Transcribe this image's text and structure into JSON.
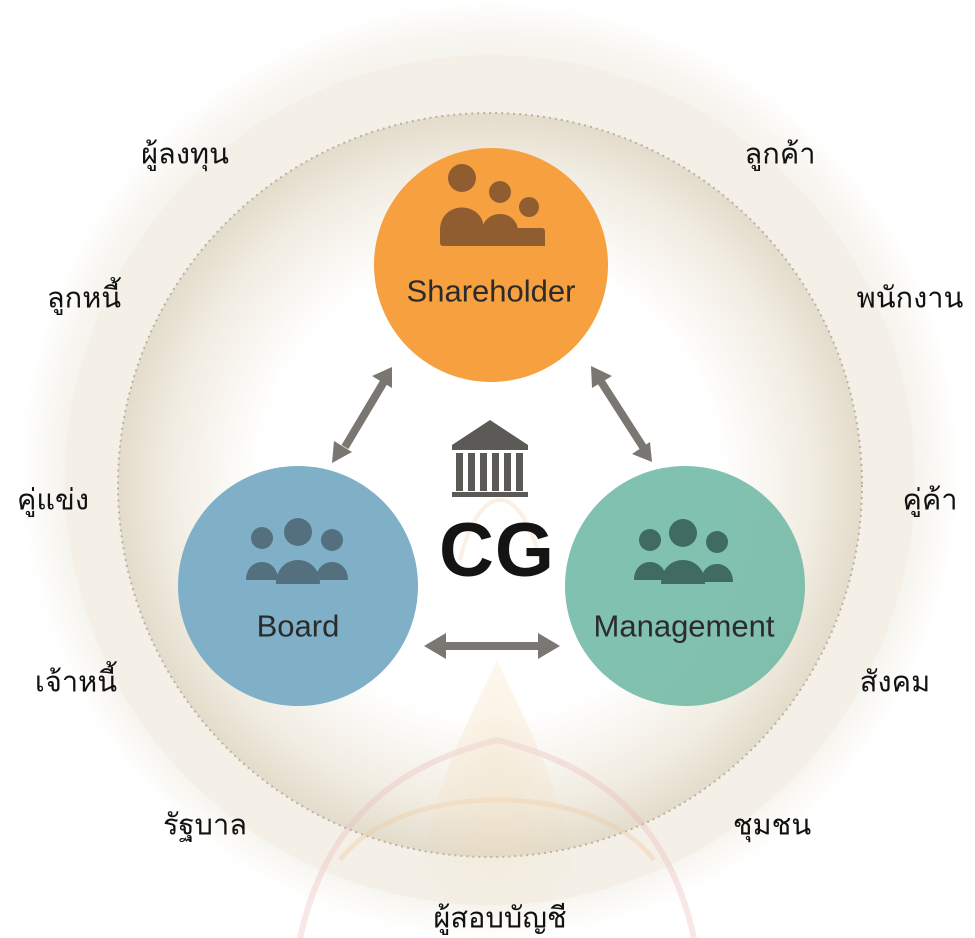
{
  "center": {
    "label": "CG",
    "icon": "institution-building-icon"
  },
  "nodes": [
    {
      "key": "shareholder",
      "label": "Shareholder",
      "color": "#F7A040",
      "icon": "people-group-icon"
    },
    {
      "key": "board",
      "label": "Board",
      "color": "#7FB0C8",
      "icon": "people-group-icon"
    },
    {
      "key": "management",
      "label": "Management",
      "color": "#6FB8A4",
      "icon": "people-group-icon"
    }
  ],
  "relations": [
    {
      "from": "board",
      "to": "shareholder",
      "type": "bidirectional"
    },
    {
      "from": "shareholder",
      "to": "management",
      "type": "bidirectional"
    },
    {
      "from": "board",
      "to": "management",
      "type": "bidirectional"
    }
  ],
  "stakeholders": {
    "investor": "ผู้ลงทุน",
    "customer": "ลูกค้า",
    "debtor": "ลูกหนี้",
    "employee": "พนักงาน",
    "competitor": "คู่แข่ง",
    "trade_partner": "คู่ค้า",
    "creditor": "เจ้าหนี้",
    "society": "สังคม",
    "government": "รัฐบาล",
    "community": "ชุมชน",
    "auditor": "ผู้สอบบัญชี"
  },
  "colors": {
    "arrow": "#7A7671",
    "inner_ring": "#EFE9DD",
    "outer_ring": "#F6F3EC",
    "dotted_border": "#B8B2A4"
  }
}
